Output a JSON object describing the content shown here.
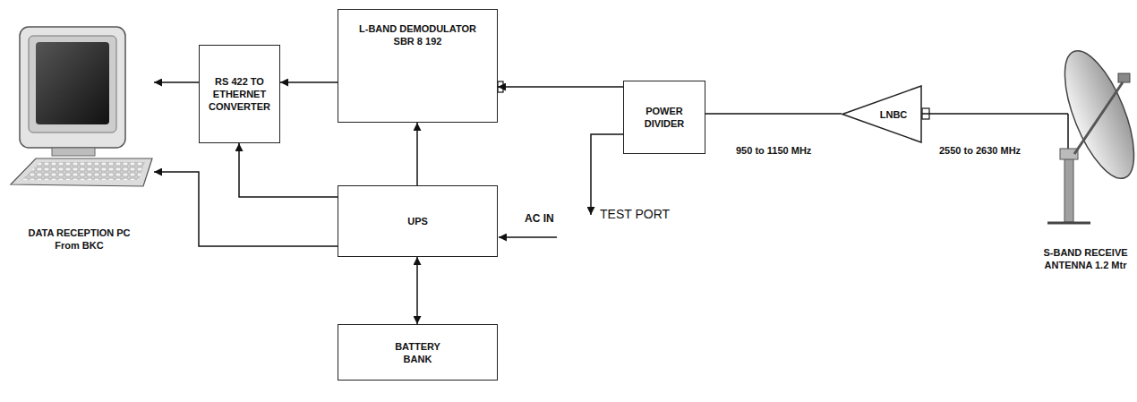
{
  "diagram": {
    "nodes": [
      {
        "text": [
          "DATA RECEPTION PC From BKC"
        ]
      },
      {
        "text": [
          "RS 422 TO ETHERNET CONVERTER"
        ]
      },
      {
        "text": [
          "L-BAND DEMODULATOR SBR 8 192"
        ]
      },
      {
        "text": [
          "POWER DIVIDER"
        ]
      },
      {
        "text": [
          "LNBC"
        ]
      },
      {
        "text": [
          "S-BAND RECEIVE ANTENNA 1.2 Mtr"
        ]
      },
      {
        "text": [
          "UPS"
        ]
      },
      {
        "text": [
          "BATTERY BANK"
        ]
      }
    ],
    "edges": [
      {
        "from": 1,
        "to": 0,
        "arrow": "to"
      },
      {
        "from": 2,
        "to": 1,
        "arrow": "to"
      },
      {
        "from": 3,
        "to": 2,
        "arrow": "to"
      },
      {
        "from": 4,
        "to": 3,
        "label": "950 to 1150 MHz",
        "arrow": "none"
      },
      {
        "from": 5,
        "to": 4,
        "label": "2550 to 2630 MHz",
        "arrow": "none"
      },
      {
        "from": 6,
        "to": 2,
        "arrow": "to"
      },
      {
        "from": 6,
        "to": 1,
        "arrow": "to"
      },
      {
        "from": 6,
        "to": 0,
        "arrow": "to"
      },
      {
        "from": 6,
        "to": 7,
        "arrow": "both"
      }
    ],
    "labels": [
      "AC IN",
      "TEST PORT"
    ]
  }
}
